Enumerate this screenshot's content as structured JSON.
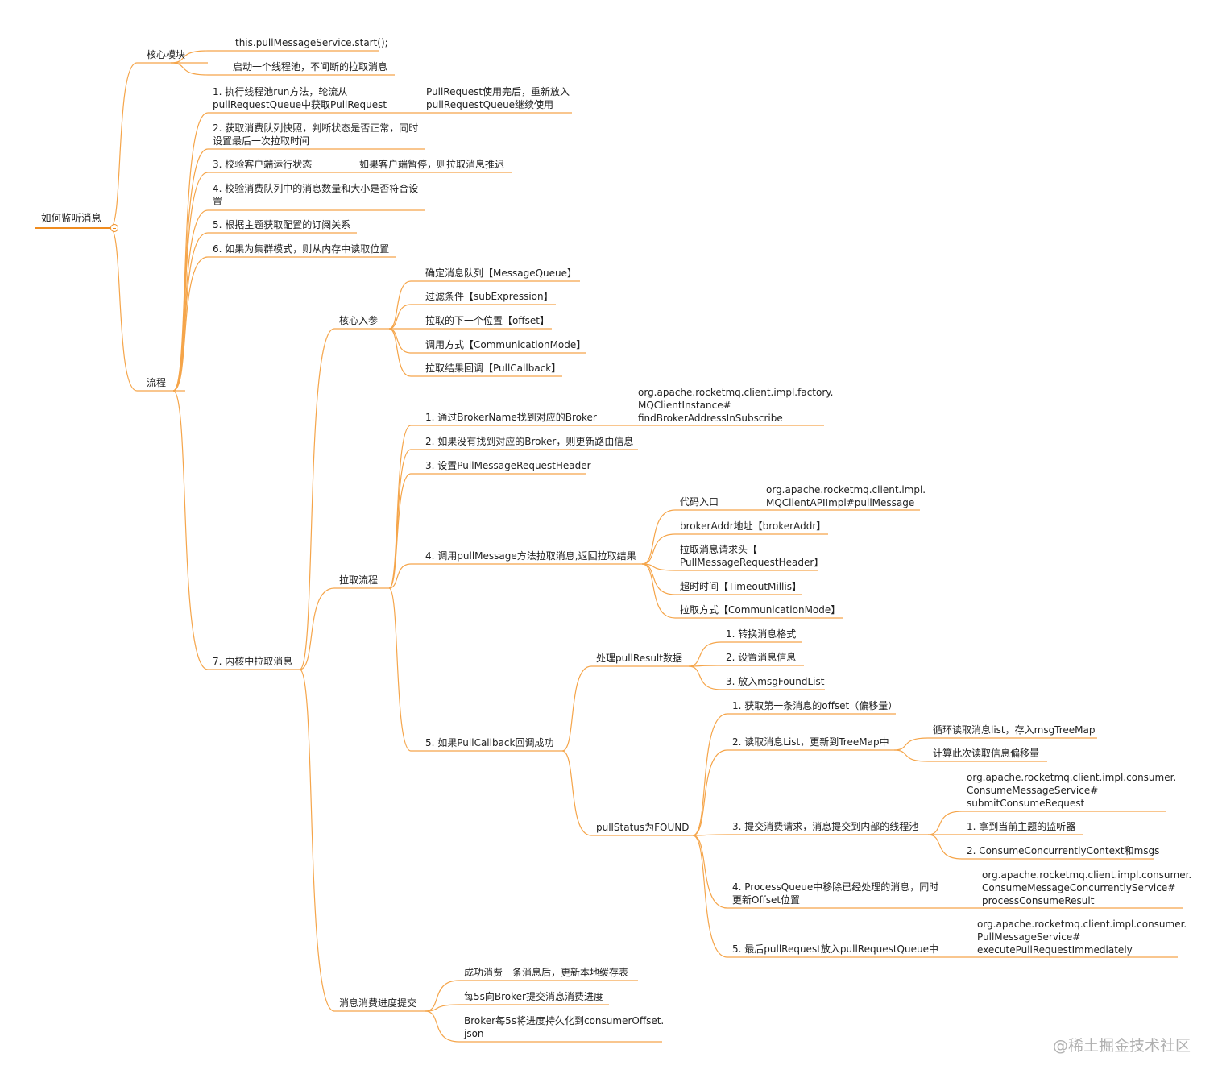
{
  "style": {
    "branch_color": "#f5a54a",
    "root_color": "#f08c1f"
  },
  "watermark": "@稀土掘金技术社区",
  "nodes": {
    "root": "如何监听消息",
    "core_module": "核心模块",
    "core_1": "this.pullMessageService.start();",
    "core_2": "启动一个线程池，不间断的拉取消息",
    "flow": "流程",
    "step1": "1. 执行线程池run方法，轮流从\npullRequestQueue中获取PullRequest",
    "step1_note": "PullRequest使用完后，重新放入\npullRequestQueue继续使用",
    "step2": "2. 获取消费队列快照，判断状态是否正常，同时\n设置最后一次拉取时间",
    "step3": "3. 校验客户端运行状态",
    "step3_note": "如果客户端暂停，则拉取消息推迟",
    "step4": "4. 校验消费队列中的消息数量和大小是否符合设\n置",
    "step5": "5. 根据主题获取配置的订阅关系",
    "step6": "6. 如果为集群模式，则从内存中读取位置",
    "step7": "7. 内核中拉取消息",
    "core_params": "核心入参",
    "param_1": "确定消息队列【MessageQueue】",
    "param_2": "过滤条件【subExpression】",
    "param_3": "拉取的下一个位置【offset】",
    "param_4": "调用方式【CommunicationMode】",
    "param_5": "拉取结果回调【PullCallback】",
    "pull_flow": "拉取流程",
    "pf1": "1. 通过BrokerName找到对应的Broker",
    "pf1_note": "org.apache.rocketmq.client.impl.factory.\nMQClientInstance#\nfindBrokerAddressInSubscribe",
    "pf2": "2. 如果没有找到对应的Broker，则更新路由信息",
    "pf3": "3. 设置PullMessageRequestHeader",
    "pf4": "4. 调用pullMessage方法拉取消息,返回拉取结果",
    "pf4_a": "代码入口",
    "pf4_a_note": "org.apache.rocketmq.client.impl.\nMQClientAPIImpl#pullMessage",
    "pf4_b": "brokerAddr地址【brokerAddr】",
    "pf4_c": "拉取消息请求头【\nPullMessageRequestHeader】",
    "pf4_d": "超时时间【TimeoutMillis】",
    "pf4_e": "拉取方式【CommunicationMode】",
    "pf5": "5. 如果PullCallback回调成功",
    "handle_result": "处理pullResult数据",
    "hr1": "1. 转换消息格式",
    "hr2": "2. 设置消息信息",
    "hr3": "3. 放入msgFoundList",
    "found": "pullStatus为FOUND",
    "f1": "1. 获取第一条消息的offset（偏移量）",
    "f2": "2. 读取消息List，更新到TreeMap中",
    "f2_a": "循环读取消息list，存入msgTreeMap",
    "f2_b": "计算此次读取信息偏移量",
    "f3": "3. 提交消费请求，消息提交到内部的线程池",
    "f3_a": "org.apache.rocketmq.client.impl.consumer.\nConsumeMessageService#\nsubmitConsumeRequest",
    "f3_b": "1. 拿到当前主题的监听器",
    "f3_c": "2. ConsumeConcurrentlyContext和msgs",
    "f4": "4. ProcessQueue中移除已经处理的消息，同时\n更新Offset位置",
    "f4_note": "org.apache.rocketmq.client.impl.consumer.\nConsumeMessageConcurrentlyService#\nprocessConsumeResult",
    "f5": "5. 最后pullRequest放入pullRequestQueue中",
    "f5_note": "org.apache.rocketmq.client.impl.consumer.\nPullMessageService#\nexecutePullRequestImmediately",
    "progress": "消息消费进度提交",
    "pg1": "成功消费一条消息后，更新本地缓存表",
    "pg2": "每5s向Broker提交消息消费进度",
    "pg3": "Broker每5s将进度持久化到consumerOffset.\njson"
  }
}
